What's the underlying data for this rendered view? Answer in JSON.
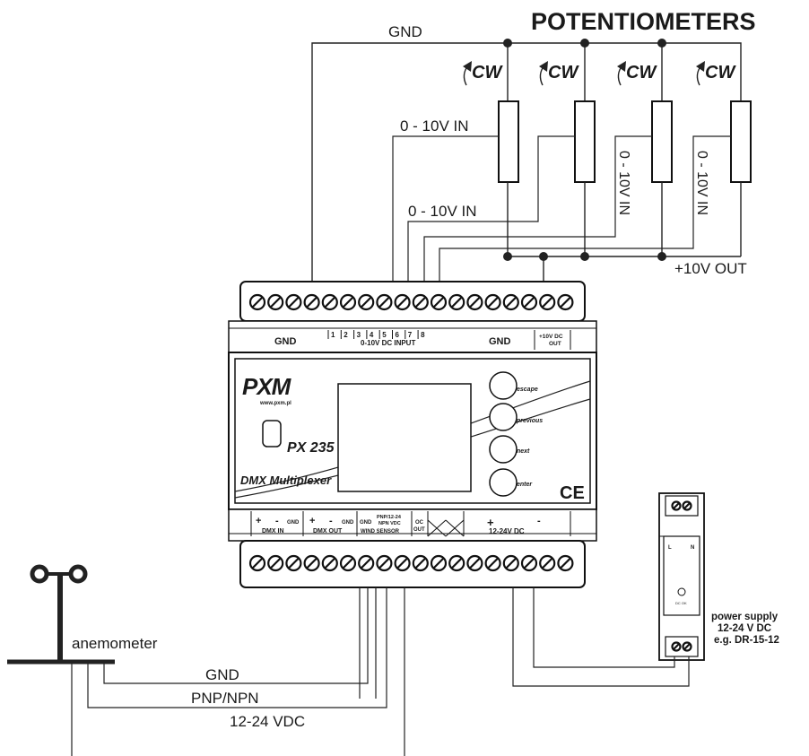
{
  "title": "POTENTIOMETERS",
  "wires": {
    "gnd_top": "GND",
    "in_a": "0 - 10V IN",
    "in_b": "0 - 10V IN",
    "in_c": "0 - 10V IN",
    "in_d": "0 - 10V IN",
    "out_10v": "+10V OUT",
    "gnd_bottom": "GND",
    "pnp_npn": "PNP/NPN",
    "supply_v": "12-24 VDC"
  },
  "potentiometers": [
    {
      "direction": "CW"
    },
    {
      "direction": "CW"
    },
    {
      "direction": "CW"
    },
    {
      "direction": "CW"
    }
  ],
  "device": {
    "brand": "PXM",
    "url": "www.pxm.pl",
    "model": "PX 235",
    "name": "DMX Multiplexer",
    "ce": "CE",
    "buttons": [
      "escape",
      "previous",
      "next",
      "enter"
    ],
    "top_labels": {
      "gnd": "GND",
      "inputs": [
        "1",
        "2",
        "3",
        "4",
        "5",
        "6",
        "7",
        "8"
      ],
      "input_caption": "0-10V DC INPUT",
      "gnd2": "GND",
      "out": "+10V DC",
      "out2": "OUT"
    },
    "bottom_labels": {
      "dmx_in": "DMX IN",
      "dmx_out": "DMX OUT",
      "plus": "+",
      "minus": "-",
      "gnd": "GND",
      "pnp": "PNP/12-24",
      "npn": "NPN VDC",
      "wind": "WIND SENSOR",
      "oc": "OC",
      "oc_out": "OUT",
      "power": "12-24V DC"
    }
  },
  "anemometer": {
    "label": "anemometer"
  },
  "power_supply": {
    "line1": "power supply",
    "line2": "12-24 V DC",
    "line3": "e.g. DR-15-12",
    "l": "L",
    "n": "N",
    "dc_ok": "DC OK"
  }
}
